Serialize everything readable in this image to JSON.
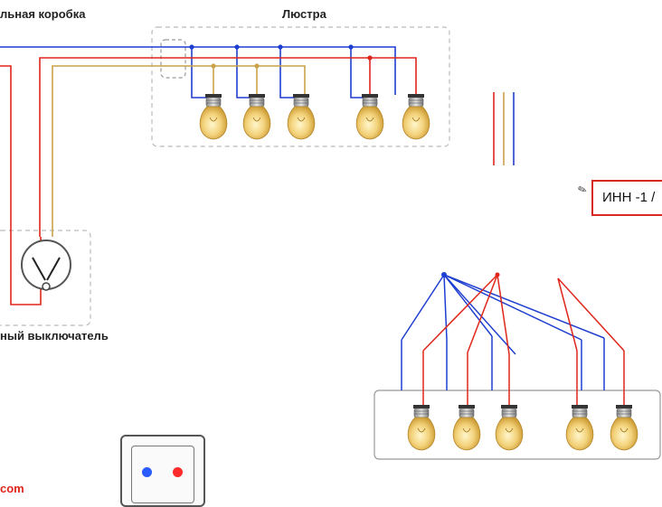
{
  "labels": {
    "junction_box": "льная коробка",
    "chandelier": "Люстра",
    "switch": "ный выключатель",
    "inn_box": "ИНН -1 /",
    "watermark": "com"
  },
  "icons": {
    "bulb": "light-bulb-icon",
    "switch": "double-switch-icon",
    "pencil": "pencil-icon",
    "outlet": "power-outlet-icon"
  },
  "colors": {
    "neutral_wire": "#1f3fd0",
    "phase_wire_red": "#e0261b",
    "phase_wire_yellow": "#c9a24a",
    "frame_dashed": "#bbbbbb",
    "inn_border": "#d62a20",
    "socket_blue": "#2a5cff",
    "socket_red": "#ff2a2a"
  }
}
